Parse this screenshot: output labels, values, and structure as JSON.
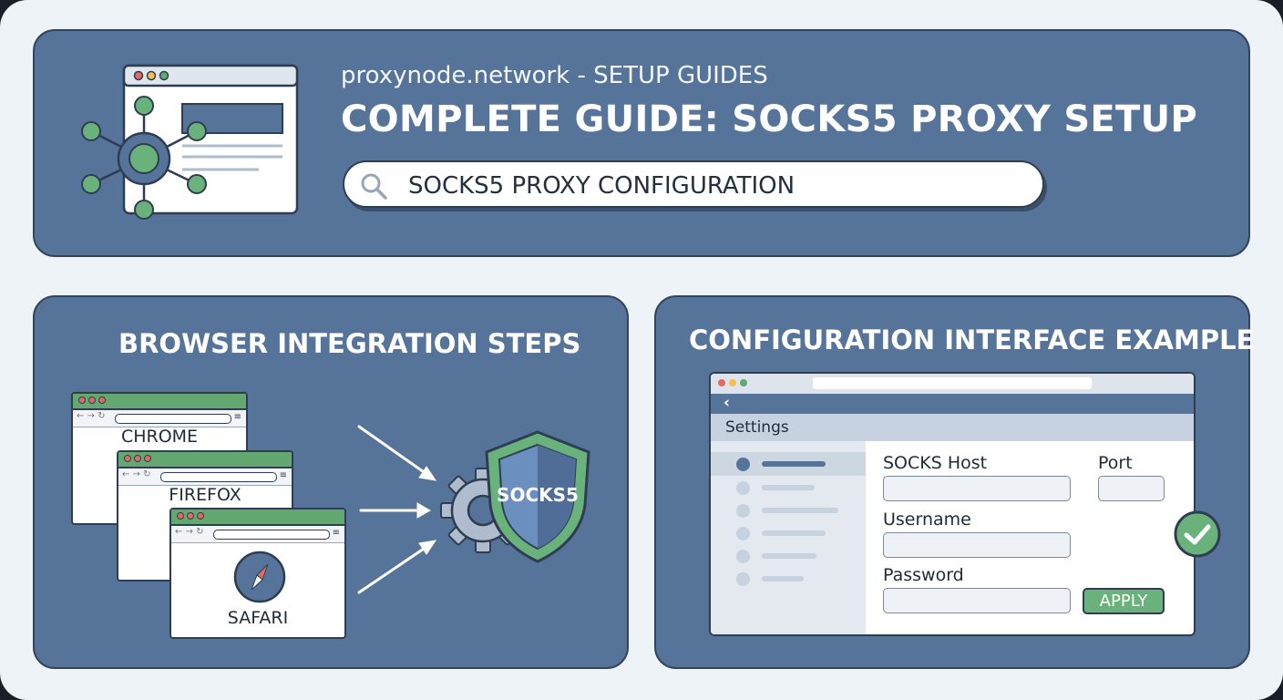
{
  "header": {
    "site_line": "proxynode.network - SETUP GUIDES",
    "title": "COMPLETE GUIDE: SOCKS5 PROXY SETUP",
    "search_value": "SOCKS5 PROXY CONFIGURATION"
  },
  "browser_section": {
    "title": "BROWSER INTEGRATION STEPS",
    "browsers": [
      "CHROME",
      "FIREFOX",
      "SAFARI"
    ],
    "shield_label": "SOCKS5"
  },
  "config_section": {
    "title": "CONFIGURATION INTERFACE EXAMPLE",
    "settings_title": "Settings",
    "back_glyph": "‹",
    "fields": {
      "host_label": "SOCKS Host",
      "port_label": "Port",
      "username_label": "Username",
      "password_label": "Password"
    },
    "apply_label": "APPLY"
  },
  "colors": {
    "panel": "#56739a",
    "accent_green": "#62a870",
    "outline": "#2f3d52",
    "background": "#eef3f8"
  },
  "icons": [
    "network-browser-icon",
    "search-icon",
    "compass-icon",
    "gear-icon",
    "shield-icon",
    "checkmark-icon",
    "arrow-icon"
  ]
}
